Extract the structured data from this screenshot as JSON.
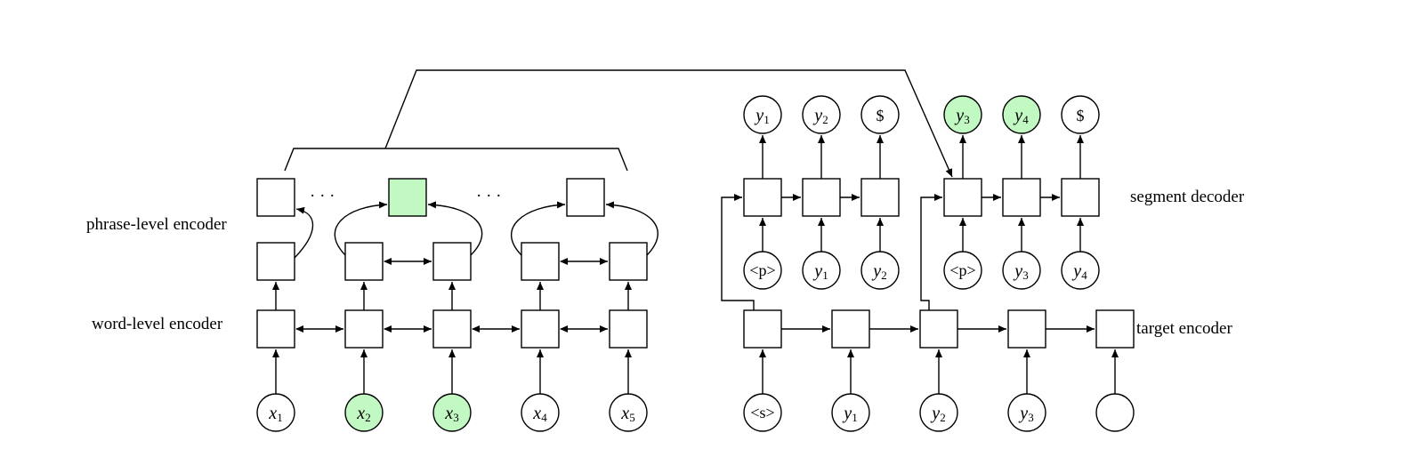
{
  "labels": {
    "phrase_encoder": "phrase-level encoder",
    "word_encoder": "word-level encoder",
    "segment_decoder": "segment decoder",
    "target_encoder": "target encoder",
    "ellipsis": "· · ·"
  },
  "encoder_inputs": [
    {
      "base": "x",
      "sub": "1",
      "highlight": false
    },
    {
      "base": "x",
      "sub": "2",
      "highlight": true
    },
    {
      "base": "x",
      "sub": "3",
      "highlight": true
    },
    {
      "base": "x",
      "sub": "4",
      "highlight": false
    },
    {
      "base": "x",
      "sub": "5",
      "highlight": false
    }
  ],
  "target_inputs": [
    {
      "base": "",
      "sub": "",
      "sym": "<s>"
    },
    {
      "base": "y",
      "sub": "1",
      "sym": ""
    },
    {
      "base": "y",
      "sub": "2",
      "sym": ""
    },
    {
      "base": "y",
      "sub": "3",
      "sym": ""
    },
    {
      "base": "",
      "sub": "",
      "sym": ""
    }
  ],
  "decoder_segment_1": {
    "outputs": [
      {
        "base": "y",
        "sub": "1",
        "sym": "",
        "highlight": false
      },
      {
        "base": "y",
        "sub": "2",
        "sym": "",
        "highlight": false
      },
      {
        "base": "",
        "sub": "",
        "sym": "$",
        "highlight": false
      }
    ],
    "inputs": [
      {
        "base": "",
        "sub": "",
        "sym": "<p>"
      },
      {
        "base": "y",
        "sub": "1",
        "sym": ""
      },
      {
        "base": "y",
        "sub": "2",
        "sym": ""
      }
    ]
  },
  "decoder_segment_2": {
    "outputs": [
      {
        "base": "y",
        "sub": "3",
        "sym": "",
        "highlight": true
      },
      {
        "base": "y",
        "sub": "4",
        "sym": "",
        "highlight": true
      },
      {
        "base": "",
        "sub": "",
        "sym": "$",
        "highlight": false
      }
    ],
    "inputs": [
      {
        "base": "",
        "sub": "",
        "sym": "<p>"
      },
      {
        "base": "y",
        "sub": "3",
        "sym": ""
      },
      {
        "base": "y",
        "sub": "4",
        "sym": ""
      }
    ]
  },
  "colors": {
    "highlight": "#c2f9c3",
    "stroke": "#000000"
  }
}
